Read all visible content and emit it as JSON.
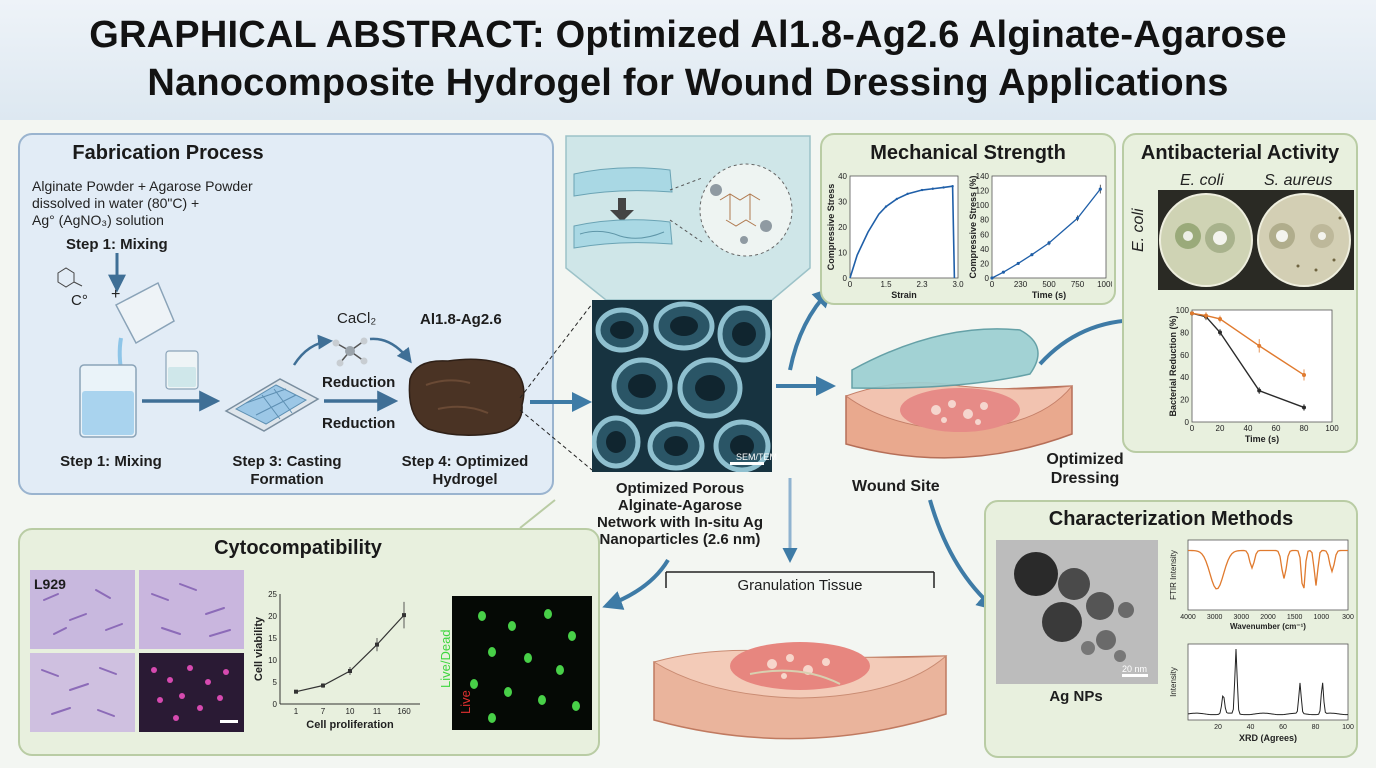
{
  "title": {
    "line1": "GRAPHICAL ABSTRACT: Optimized Al1.8-Ag2.6 Alginate-Agarose",
    "line2": "Nanocomposite Hydrogel for Wound Dressing Applications"
  },
  "fabrication": {
    "heading": "Fabrication Process",
    "intro_l1": "Alginate Powder + Agarose Powder",
    "intro_l2": "dissolved in water (80\"C) +",
    "intro_l3": "Ag° (AgNO₃) solution",
    "step1_top": "Step 1: Mixing",
    "c_label": "C°",
    "plus": "+",
    "cacl2": "CaCl₂",
    "product": "Al1.8-Ag2.6",
    "reduction1": "Reduction",
    "reduction2": "Reduction",
    "step1": "Step 1: Mixing",
    "step3_l1": "Step 3: Casting",
    "step3_l2": "Formation",
    "step4_l1": "Step 4: Optimized",
    "step4_l2": "Hydrogel"
  },
  "center": {
    "sem_tag": "SEM/TEM",
    "caption_l1": "Optimized Porous",
    "caption_l2": "Alginate-Agarose",
    "caption_l3": "Network with In-situ Ag",
    "caption_l4": "Nanoparticles (2.6 nm)",
    "wound_site": "Wound Site",
    "dressing_l1": "Optimized",
    "dressing_l2": "Dressing",
    "granulation": "Granulation Tissue"
  },
  "mechanical": {
    "heading": "Mechanical Strength",
    "chart1_ylabel": "Compressive Stress",
    "chart1_xlabel": "Strain",
    "chart1_xticks": [
      "0",
      "1.5",
      "2.3",
      "3.0"
    ],
    "chart1_yticks": [
      "0",
      "10",
      "20",
      "30",
      "40"
    ],
    "chart2_ylabel": "Compressive Stress (%)",
    "chart2_xlabel": "Time (s)",
    "chart2_xticks": [
      "0",
      "230",
      "500",
      "750",
      "1000"
    ],
    "chart2_yticks": [
      "0",
      "20",
      "40",
      "60",
      "80",
      "100",
      "120",
      "140"
    ]
  },
  "antibacterial": {
    "heading": "Antibacterial Activity",
    "col1": "E. coli",
    "col2": "S. aureus",
    "row_label": "E. coli",
    "ylabel": "Bacterial Reduction (%)",
    "xlabel": "Time (s)",
    "xticks": [
      "0",
      "20",
      "40",
      "60",
      "80",
      "100"
    ],
    "yticks": [
      "0",
      "20",
      "40",
      "60",
      "80",
      "100"
    ]
  },
  "characterization": {
    "heading": "Characterization Methods",
    "tem_label": "Ag NPs",
    "scale": "20 nm",
    "ftir_ylabel": "FTIR Intensity",
    "ftir_xlabel": "Wavenumber (cm⁻¹)",
    "ftir_xticks": [
      "4000",
      "3000",
      "3000",
      "2000",
      "1500",
      "1000",
      "300"
    ],
    "xrd_ylabel": "Intensity",
    "xrd_xlabel": "XRD (Agrees)",
    "xrd_xticks": [
      "20",
      "40",
      "60",
      "80",
      "100"
    ]
  },
  "cyto": {
    "heading": "Cytocompatibility",
    "cell_line": "L929",
    "ylabel": "Cell viability",
    "xlabel": "Cell proliferation",
    "xticks": [
      "1",
      "7",
      "10",
      "11",
      "160"
    ],
    "yticks": [
      "0",
      "5",
      "10",
      "15",
      "20",
      "25"
    ],
    "live_dead": "Live/Dead",
    "live": "Live"
  },
  "chart_data": [
    {
      "type": "line",
      "title": "",
      "xlabel": "Strain",
      "ylabel": "Compressive Stress",
      "xlim": [
        0,
        3.0
      ],
      "ylim": [
        0,
        40
      ],
      "x": [
        0,
        0.2,
        0.5,
        0.8,
        1.0,
        1.3,
        1.6,
        2.0,
        2.3,
        2.6,
        2.85,
        2.9
      ],
      "y": [
        0,
        9,
        18,
        25,
        28,
        31,
        33,
        34.5,
        35,
        35.5,
        36,
        0
      ]
    },
    {
      "type": "line",
      "title": "",
      "xlabel": "Time (s)",
      "ylabel": "Compressive Stress (%)",
      "xlim": [
        0,
        1000
      ],
      "ylim": [
        0,
        140
      ],
      "x": [
        0,
        100,
        230,
        350,
        500,
        750,
        950
      ],
      "y": [
        0,
        8,
        20,
        32,
        48,
        82,
        122
      ],
      "errors": [
        0,
        1,
        2,
        2,
        3,
        4,
        6
      ]
    },
    {
      "type": "line",
      "title": "",
      "xlabel": "Time (s)",
      "ylabel": "Bacterial Reduction (%)",
      "xlim": [
        0,
        100
      ],
      "ylim": [
        0,
        100
      ],
      "series": [
        {
          "x": [
            0,
            10,
            20,
            48,
            80
          ],
          "values": [
            97,
            94,
            80,
            28,
            13
          ],
          "errors": [
            0,
            3,
            3,
            3,
            3
          ],
          "color": "#2a2a2a"
        },
        {
          "x": [
            0,
            10,
            20,
            48,
            80
          ],
          "values": [
            97,
            95,
            92,
            68,
            42
          ],
          "errors": [
            0,
            3,
            3,
            6,
            5
          ],
          "color": "#e07a2e"
        }
      ]
    },
    {
      "type": "line",
      "title": "",
      "xlabel": "Cell proliferation",
      "ylabel": "Cell viability",
      "categories": [
        "1",
        "7",
        "10",
        "11",
        "160"
      ],
      "ylim": [
        0,
        25
      ],
      "values": [
        2.8,
        4.2,
        7.5,
        13.5,
        20.2
      ],
      "errors": [
        0.3,
        0.5,
        0.9,
        1.5,
        3.0
      ]
    }
  ]
}
